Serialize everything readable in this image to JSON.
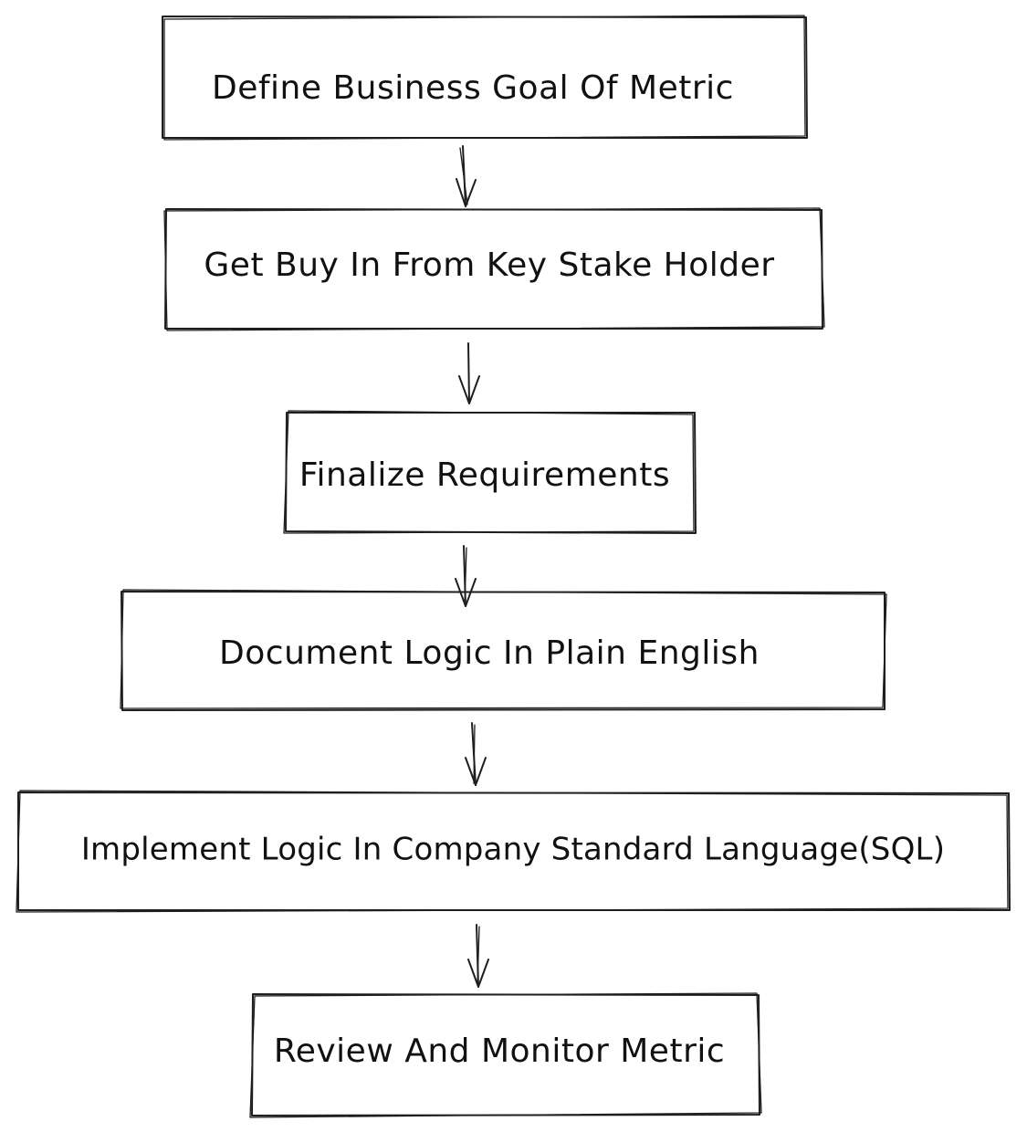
{
  "steps": [
    {
      "label": "Define Business Goal Of Metric"
    },
    {
      "label": "Get Buy In From Key Stake Holder"
    },
    {
      "label": "Finalize Requirements"
    },
    {
      "label": "Document Logic In Plain English"
    },
    {
      "label": "Implement Logic In Company Standard Language(SQL)"
    },
    {
      "label": "Review And Monitor Metric"
    }
  ],
  "colors": {
    "stroke": "#1e1e1e",
    "text": "#111111",
    "background": "#ffffff"
  }
}
